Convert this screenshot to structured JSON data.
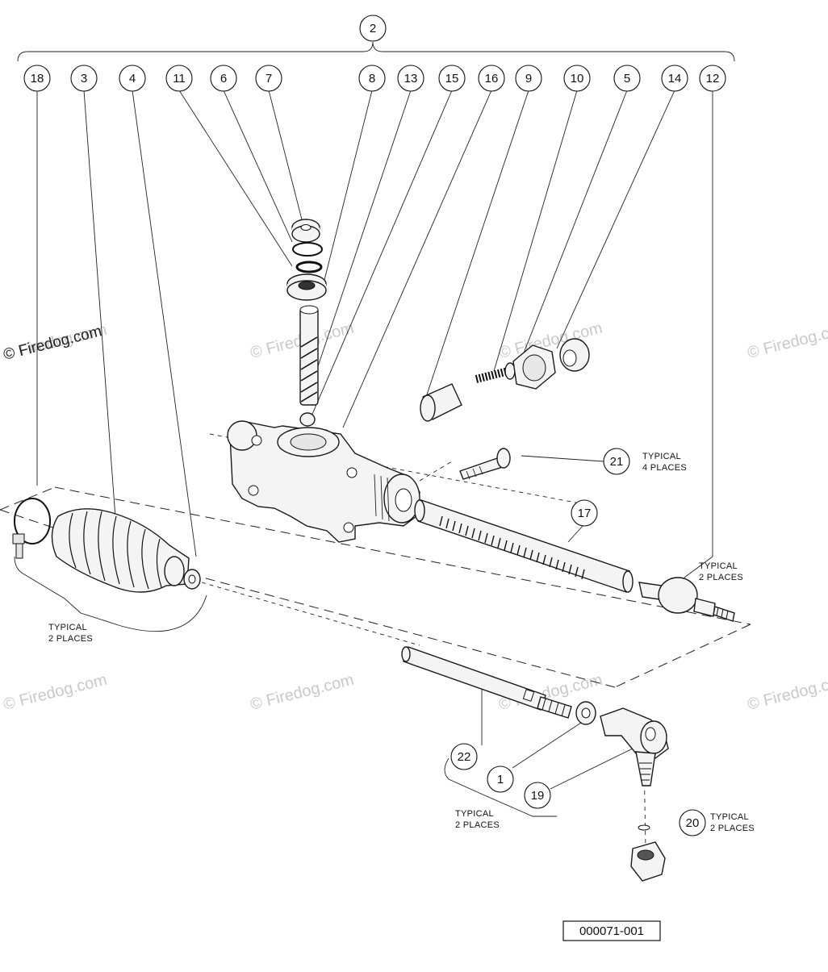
{
  "callouts": [
    {
      "id": "c2",
      "num": "2"
    },
    {
      "id": "c18",
      "num": "18"
    },
    {
      "id": "c3",
      "num": "3"
    },
    {
      "id": "c4",
      "num": "4"
    },
    {
      "id": "c11",
      "num": "11"
    },
    {
      "id": "c6",
      "num": "6"
    },
    {
      "id": "c7",
      "num": "7"
    },
    {
      "id": "c8",
      "num": "8"
    },
    {
      "id": "c13",
      "num": "13"
    },
    {
      "id": "c15",
      "num": "15"
    },
    {
      "id": "c16",
      "num": "16"
    },
    {
      "id": "c9",
      "num": "9"
    },
    {
      "id": "c10",
      "num": "10"
    },
    {
      "id": "c5",
      "num": "5"
    },
    {
      "id": "c14",
      "num": "14"
    },
    {
      "id": "c12",
      "num": "12"
    },
    {
      "id": "c21",
      "num": "21"
    },
    {
      "id": "c17",
      "num": "17"
    },
    {
      "id": "c22",
      "num": "22"
    },
    {
      "id": "c1",
      "num": "1"
    },
    {
      "id": "c19",
      "num": "19"
    },
    {
      "id": "c20",
      "num": "20"
    }
  ],
  "notes": {
    "n21": [
      "TYPICAL",
      "4 PLACES"
    ],
    "n12": [
      "TYPICAL",
      "2 PLACES"
    ],
    "nBoot": [
      "TYPICAL",
      "2 PLACES"
    ],
    "nRod": [
      "TYPICAL",
      "2 PLACES"
    ],
    "n20": [
      "TYPICAL",
      "2 PLACES"
    ]
  },
  "watermark": "© Firedog.com",
  "doc_number": "000071-001"
}
